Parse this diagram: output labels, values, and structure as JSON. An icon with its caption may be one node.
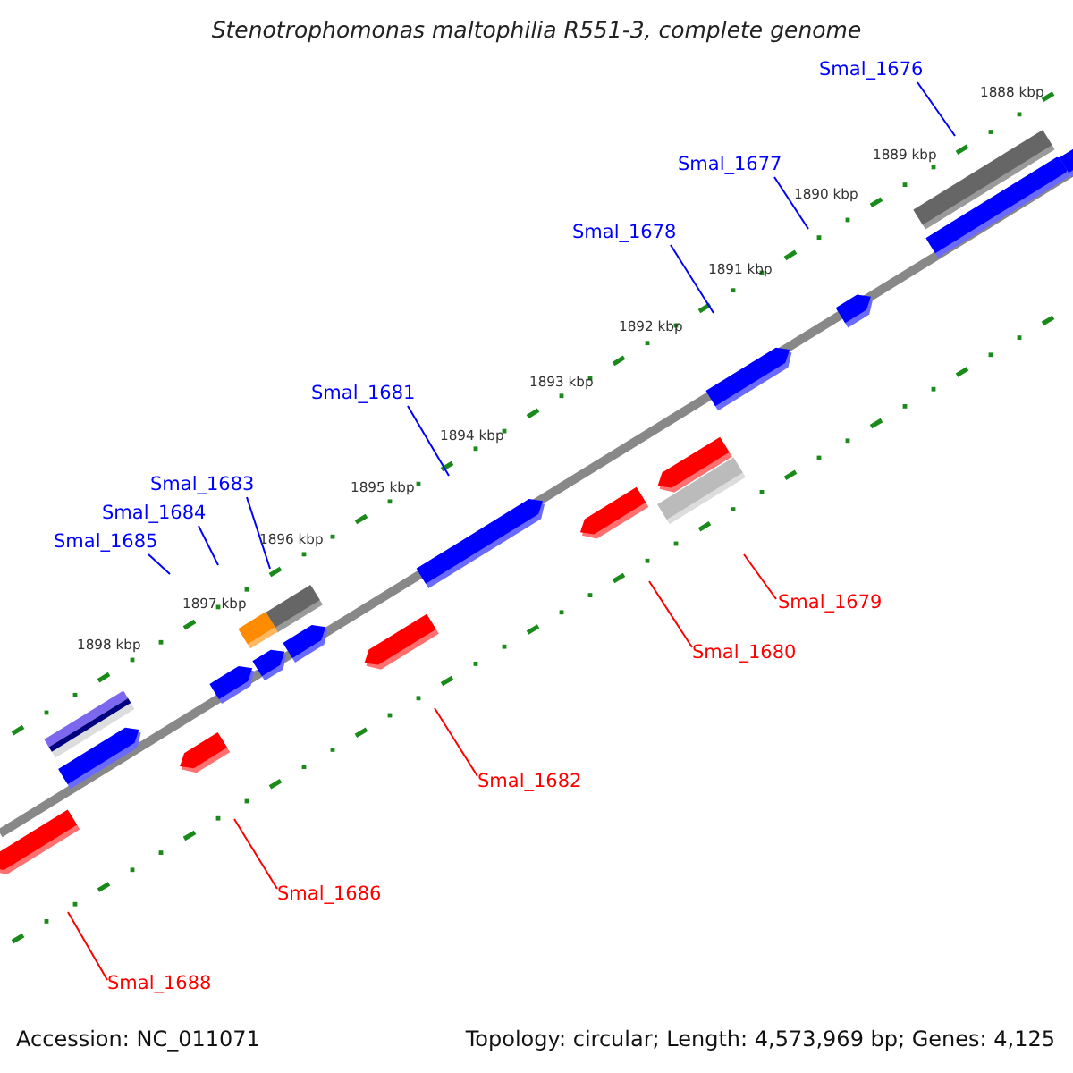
{
  "diagram": {
    "title": "Stenotrophomonas maltophilia R551-3, complete genome",
    "nodes": [
      {
        "text": [
          "Smal_1676"
        ]
      },
      {
        "text": [
          "Smal_1677"
        ]
      },
      {
        "text": [
          "Smal_1678"
        ]
      },
      {
        "text": [
          "Smal_1681"
        ]
      },
      {
        "text": [
          "Smal_1683"
        ]
      },
      {
        "text": [
          "Smal_1684"
        ]
      },
      {
        "text": [
          "Smal_1685"
        ]
      },
      {
        "text": [
          "Smal_1679"
        ]
      },
      {
        "text": [
          "Smal_1680"
        ]
      },
      {
        "text": [
          "Smal_1682"
        ]
      },
      {
        "text": [
          "Smal_1686"
        ]
      },
      {
        "text": [
          "Smal_1688"
        ]
      }
    ],
    "edges": [
      {
        "from": 0,
        "to": null,
        "arrow": "none"
      },
      {
        "from": 1,
        "to": null,
        "arrow": "none"
      },
      {
        "from": 2,
        "to": null,
        "arrow": "none"
      },
      {
        "from": 3,
        "to": null,
        "arrow": "none"
      },
      {
        "from": 4,
        "to": null,
        "arrow": "none"
      },
      {
        "from": 5,
        "to": null,
        "arrow": "none"
      },
      {
        "from": 6,
        "to": null,
        "arrow": "none"
      },
      {
        "from": 7,
        "to": null,
        "arrow": "none",
        "color": "#ff0000"
      },
      {
        "from": 8,
        "to": null,
        "arrow": "none",
        "color": "#ff0000"
      },
      {
        "from": 9,
        "to": null,
        "arrow": "none",
        "color": "#ff0000"
      },
      {
        "from": 10,
        "to": null,
        "arrow": "none",
        "color": "#ff0000"
      },
      {
        "from": 11,
        "to": null,
        "arrow": "none",
        "color": "#ff0000"
      }
    ],
    "labels": [
      "1888 kbp",
      "1889 kbp",
      "1890 kbp",
      "1891 kbp",
      "1892 kbp",
      "1893 kbp",
      "1894 kbp",
      "1895 kbp",
      "1896 kbp",
      "1897 kbp",
      "1898 kbp",
      "Accession: NC_011071",
      "Topology: circular; Length: 4,573,969 bp; Genes: 4,125"
    ]
  }
}
